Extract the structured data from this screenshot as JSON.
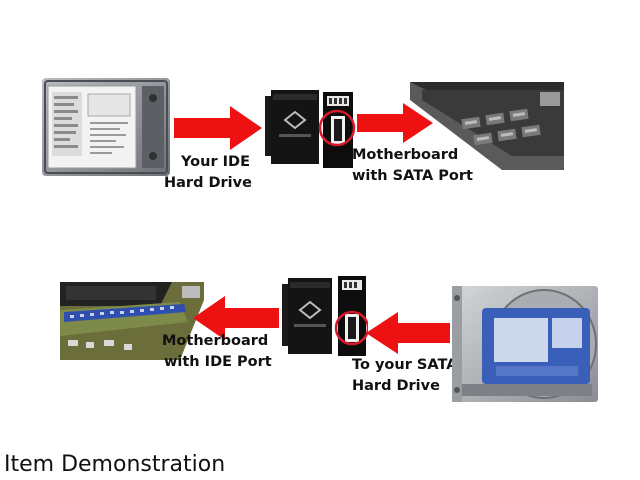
{
  "labels": {
    "top_left_line1": "Your IDE",
    "top_left_line2": "Hard Drive",
    "top_right_line1": "Motherboard",
    "top_right_line2": "with SATA Port",
    "bottom_left_line1": "Motherboard",
    "bottom_left_line2": "with IDE Port",
    "bottom_right_line1": "To your SATA",
    "bottom_right_line2": "Hard Drive"
  },
  "caption": "Item Demonstration",
  "colors": {
    "arrow": "#ee1111",
    "highlight_circle": "#d81b2a",
    "adapter": "#111111",
    "text": "#111111"
  },
  "icons": [
    "ide-hard-drive",
    "sata-motherboard",
    "ide-motherboard",
    "sata-hard-drive",
    "ide-to-sata-adapter"
  ]
}
